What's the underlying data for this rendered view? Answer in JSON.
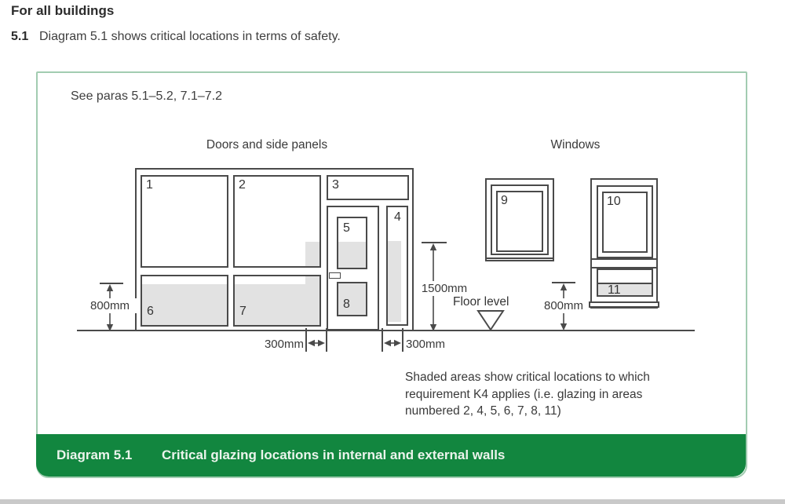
{
  "page": {
    "heading": "For all buildings",
    "para_number": "5.1",
    "para_text": "Diagram 5.1 shows critical locations in terms of safety."
  },
  "figure": {
    "see_paras": "See paras 5.1–5.2, 7.1–7.2",
    "section_labels": {
      "doors": "Doors and side panels",
      "windows": "Windows"
    },
    "panels": {
      "p1": "1",
      "p2": "2",
      "p3": "3",
      "p4": "4",
      "p5": "5",
      "p6": "6",
      "p7": "7",
      "p8": "8",
      "p9": "9",
      "p10": "10",
      "p11": "11"
    },
    "dimensions": {
      "left_800": "800mm",
      "height_1500": "1500mm",
      "left_300": "300mm",
      "right_300": "300mm",
      "right_800": "800mm"
    },
    "floor_label": "Floor level",
    "note_line1": "Shaded areas show critical locations to which",
    "note_line2": "requirement K4 applies (i.e. glazing in areas",
    "note_line3": "numbered 2, 4, 5, 6, 7, 8, 11)",
    "caption": {
      "label": "Diagram 5.1",
      "title": "Critical glazing locations in internal and external walls"
    },
    "colors": {
      "caption_green": "#12863f",
      "box_border_green": "#a2ccb1",
      "critical_shade_gray": "#e2e2e2",
      "line_gray": "#4a4a4a"
    }
  }
}
